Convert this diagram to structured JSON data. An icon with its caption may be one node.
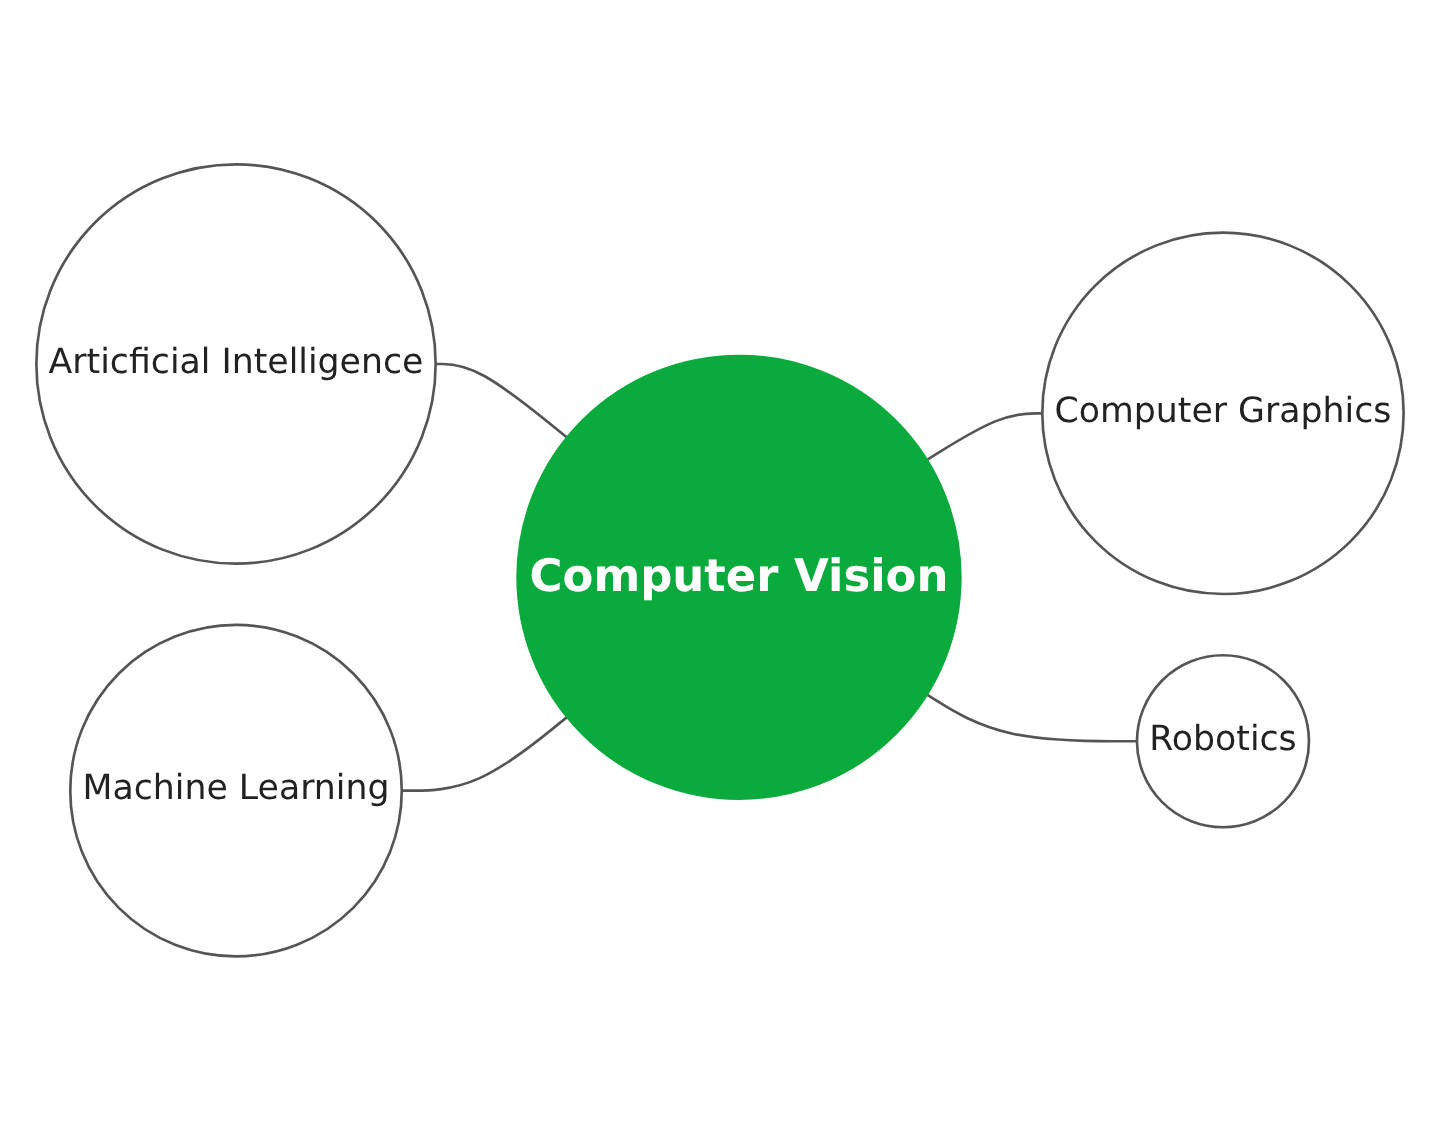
{
  "diagram": {
    "nodes": [
      {
        "text": [
          "Articficial Intelligence"
        ]
      },
      {
        "text": [
          "Machine Learning"
        ]
      },
      {
        "text": [
          "Computer Graphics"
        ]
      },
      {
        "text": [
          "Computer Vision"
        ]
      },
      {
        "text": [
          "Robotics"
        ]
      }
    ],
    "edges": [
      {
        "from": 0,
        "to": 3,
        "arrow": "none"
      },
      {
        "from": 1,
        "to": 3,
        "arrow": "none"
      },
      {
        "from": 3,
        "to": 2,
        "arrow": "none"
      },
      {
        "from": 3,
        "to": 4,
        "arrow": "none"
      }
    ]
  }
}
